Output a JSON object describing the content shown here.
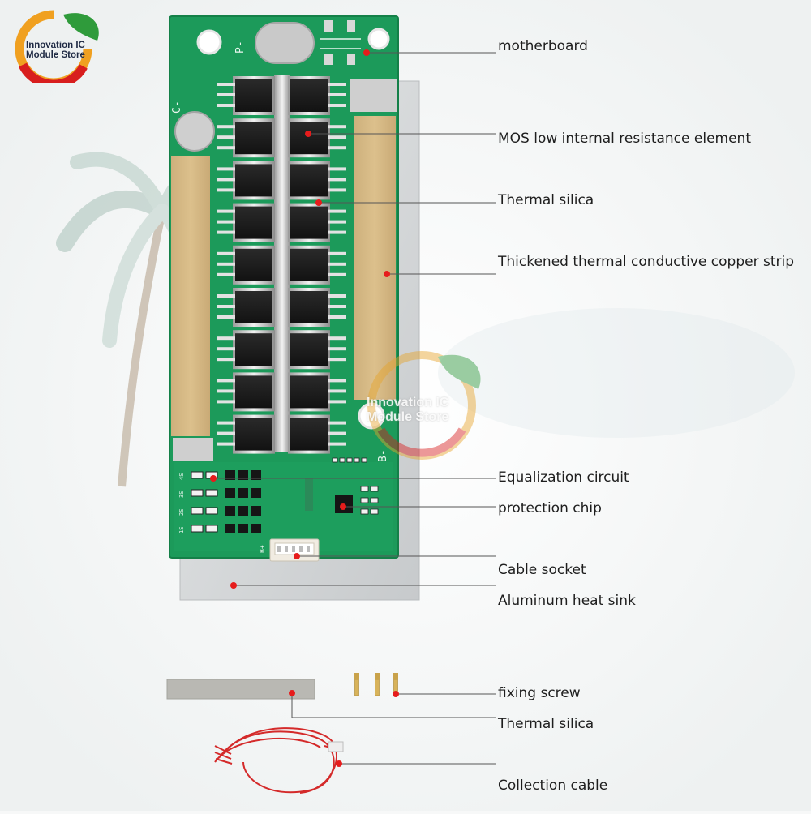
{
  "brand": {
    "logo_text": "Innovation IC Module Store",
    "watermark_text": "Innovation IC Module Store",
    "colors": {
      "red": "#d81e1e",
      "orange": "#f0a020",
      "green": "#2f9b3b",
      "navy": "#1f2a44"
    }
  },
  "board": {
    "silkscreen": {
      "p_minus": "P-",
      "c_minus": "C-",
      "b_minus": "B-",
      "b_plus": "B+",
      "cell_labels": [
        "4S",
        "3S",
        "2S",
        "1S"
      ]
    },
    "colors": {
      "pcb": "#1c9a5a",
      "pcb_dark": "#14784a",
      "silica": "#d6b784",
      "mos": "#1e1e1e",
      "heatsink": "#d9dbdc"
    }
  },
  "callouts": [
    {
      "id": "motherboard",
      "label": "motherboard"
    },
    {
      "id": "mos",
      "label": "MOS low internal resistance element"
    },
    {
      "id": "thermal-silica-top",
      "label": "Thermal silica"
    },
    {
      "id": "copper-strip",
      "label": "Thickened thermal conductive copper strip"
    },
    {
      "id": "equalization",
      "label": "Equalization circuit"
    },
    {
      "id": "protection-chip",
      "label": "protection chip"
    },
    {
      "id": "cable-socket",
      "label": "Cable socket"
    },
    {
      "id": "heat-sink",
      "label": "Aluminum heat sink"
    },
    {
      "id": "fixing-screw",
      "label": "fixing screw"
    },
    {
      "id": "thermal-silica-bottom",
      "label": "Thermal silica"
    },
    {
      "id": "collection-cable",
      "label": "Collection cable"
    }
  ]
}
